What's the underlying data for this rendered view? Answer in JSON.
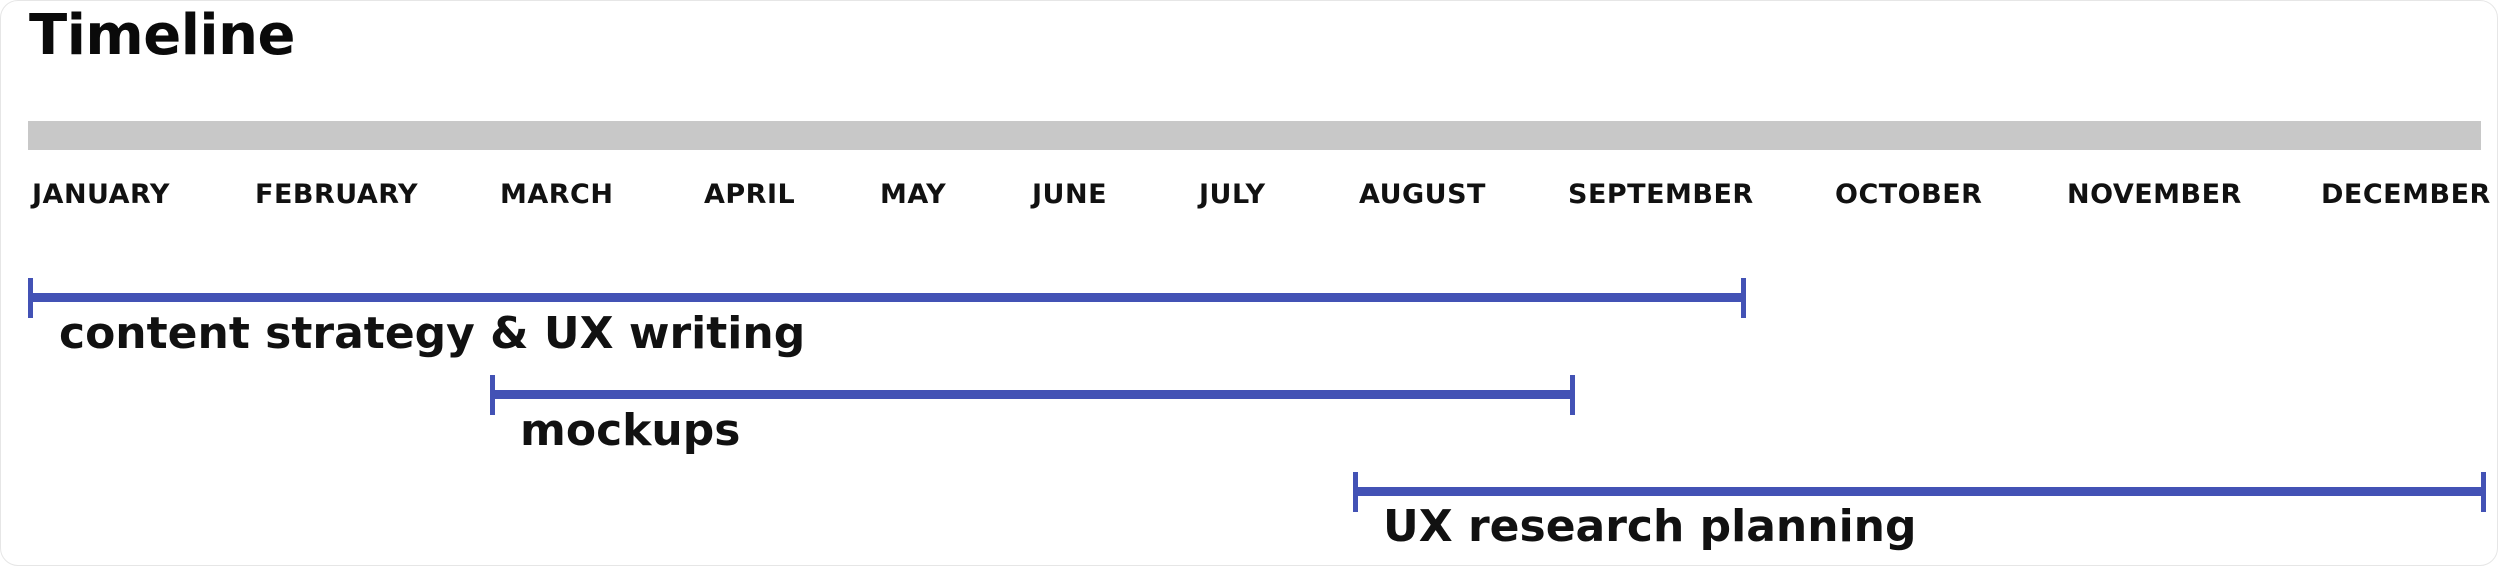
{
  "title": "Timeline",
  "months": [
    "JANUARY",
    "FEBRUARY",
    "MARCH",
    "APRIL",
    "MAY",
    "JUNE",
    "JULY",
    "AUGUST",
    "SEPTEMBER",
    "OCTOBER",
    "NOVEMBER",
    "DECEMBER"
  ],
  "tasks": [
    {
      "label": "content strategy & UX writing",
      "start": "JANUARY",
      "end": "SEPTEMBER"
    },
    {
      "label": "mockups",
      "start": "MARCH",
      "end": "SEPTEMBER"
    },
    {
      "label": "UX research planning",
      "start": "AUGUST",
      "end": "DECEMBER"
    }
  ],
  "colors": {
    "bar": "#4352b5",
    "track": "#c8c8c8",
    "text": "#111111"
  }
}
